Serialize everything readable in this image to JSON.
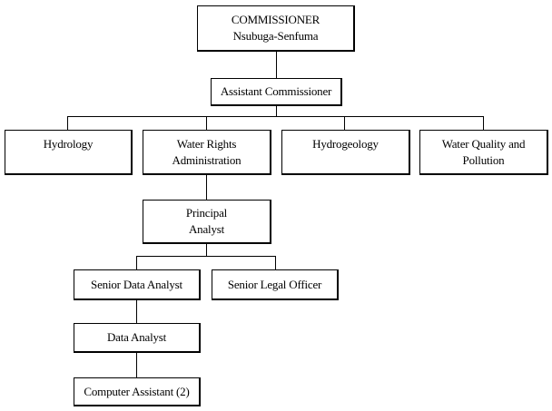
{
  "chart": {
    "commissioner": {
      "title": "COMMISSIONER",
      "name": "Nsubuga-Senfuma"
    },
    "assistant_commissioner": {
      "label": "Assistant Commissioner"
    },
    "departments": [
      {
        "line1": "Hydrology",
        "line2": ""
      },
      {
        "line1": "Water Rights",
        "line2": "Administration"
      },
      {
        "line1": "Hydrogeology",
        "line2": ""
      },
      {
        "line1": "Water Quality and",
        "line2": "Pollution"
      }
    ],
    "principal_analyst": {
      "line1": "Principal",
      "line2": "Analyst"
    },
    "senior_data_analyst": {
      "label": "Senior Data Analyst"
    },
    "senior_legal_officer": {
      "label": "Senior Legal Officer"
    },
    "data_analyst": {
      "label": "Data Analyst"
    },
    "computer_assistant": {
      "label": "Computer Assistant (2)"
    }
  }
}
